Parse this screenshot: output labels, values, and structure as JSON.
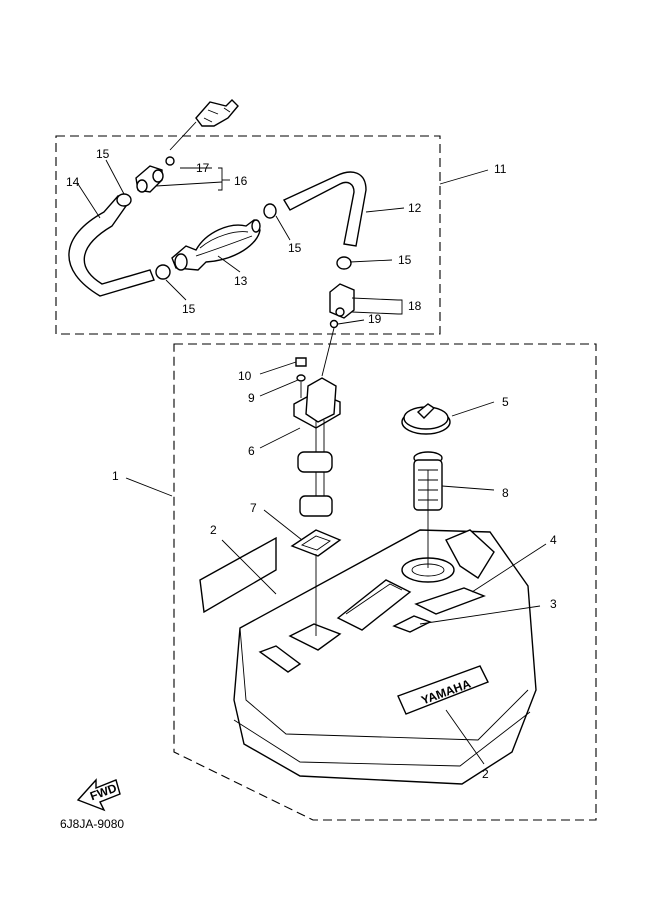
{
  "diagram": {
    "callouts": {
      "c1": "1",
      "c2a": "2",
      "c2b": "2",
      "c3": "3",
      "c4": "4",
      "c5": "5",
      "c6": "6",
      "c7": "7",
      "c8": "8",
      "c9": "9",
      "c10": "10",
      "c11": "11",
      "c12": "12",
      "c13": "13",
      "c14": "14",
      "c15a": "15",
      "c15b": "15",
      "c15c": "15",
      "c15d": "15",
      "c16": "16",
      "c17": "17",
      "c18": "18",
      "c19": "19"
    },
    "brand_label": "YAMAHA",
    "arrow_label": "FWD",
    "drawing_code": "6J8JA-9080"
  }
}
